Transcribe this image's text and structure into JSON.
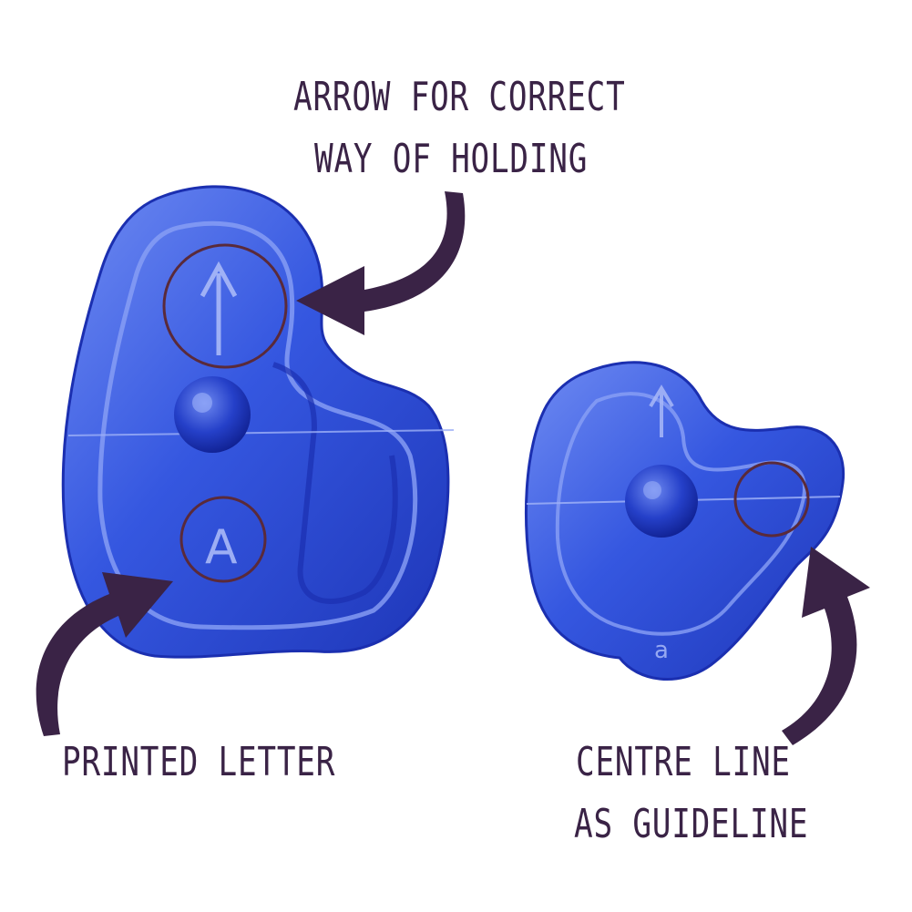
{
  "annotations": {
    "arrow_label": {
      "line1": "ARROW FOR CORRECT",
      "line2": "WAY OF HOLDING"
    },
    "printed_letter_label": "PRINTED LETTER",
    "centre_line_label": {
      "line1": "CENTRE LINE",
      "line2": "AS GUIDELINE"
    }
  },
  "embossed_letters": {
    "large_cutter": "A",
    "small_cutter": "a"
  },
  "colors": {
    "cutter_blue": "#2f4fd8",
    "cutter_dark": "#1b2fb0",
    "cutter_light": "#6f8bf2",
    "annotation_purple": "#3a2346",
    "circle_brown": "#5a2a3a"
  }
}
